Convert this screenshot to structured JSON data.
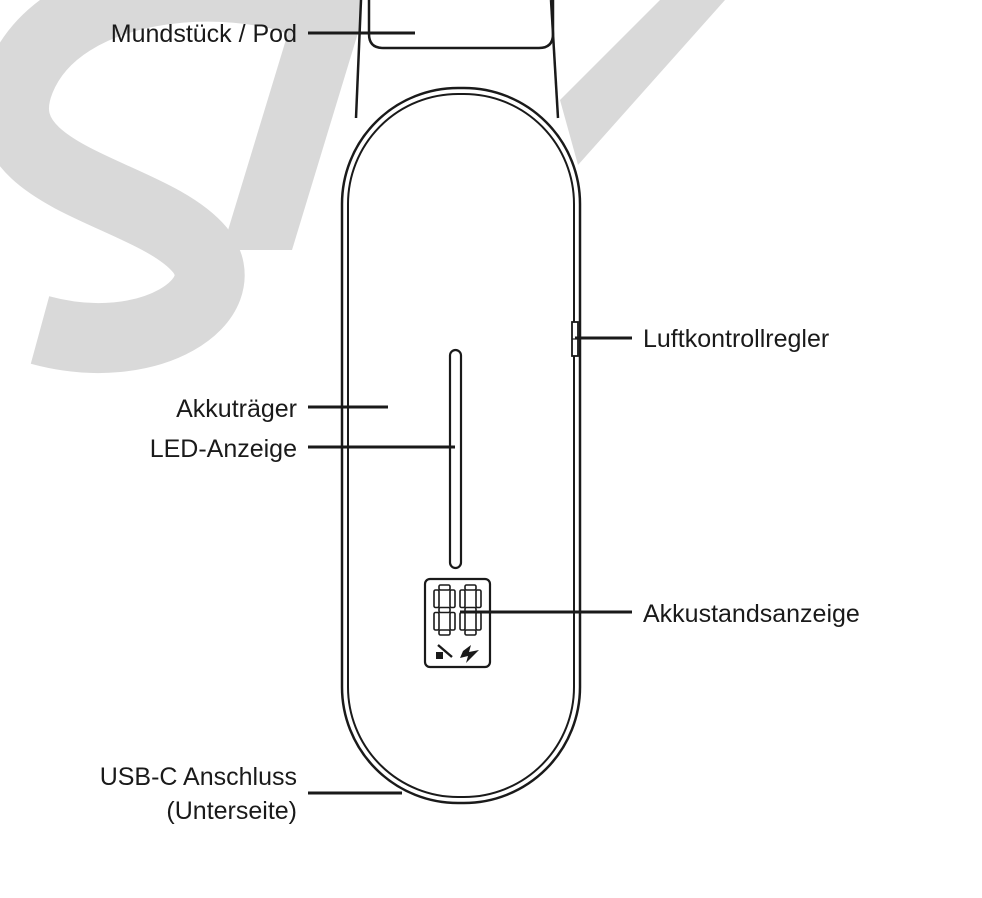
{
  "labels": {
    "mouthpiece": "Mundstück / Pod",
    "air_control": "Luftkontrollregler",
    "battery_body": "Akkuträger",
    "led_indicator": "LED-Anzeige",
    "battery_level": "Akkustandsanzeige",
    "usb_port_line1": "USB-C Anschluss",
    "usb_port_line2": "(Unterseite)"
  },
  "colors": {
    "ink": "#1a1a1a",
    "watermark": "#d9d9d9",
    "background": "#ffffff"
  },
  "icons": [
    "seven-segment-digit-icon",
    "battery-empty-icon",
    "lightning-icon"
  ]
}
